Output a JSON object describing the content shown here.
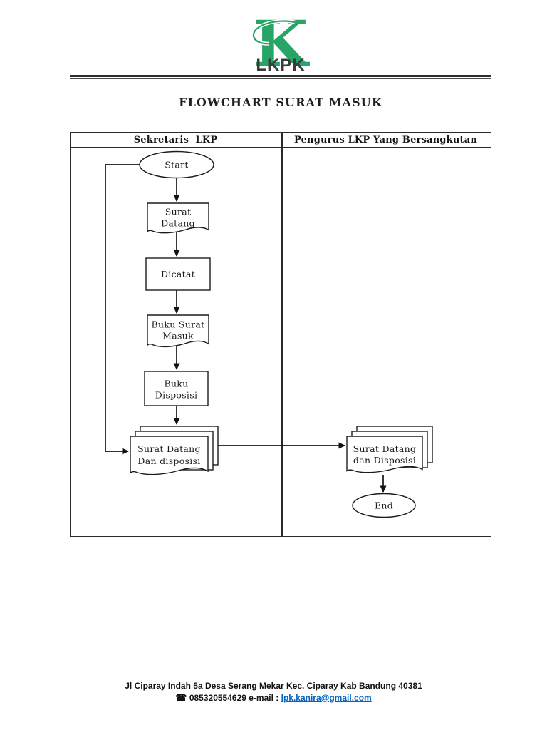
{
  "logo": {
    "letter": "K",
    "brand": "LKPK"
  },
  "title": "FLOWCHART SURAT MASUK",
  "table": {
    "left_header": "Sekretaris  LKP",
    "right_header": "Pengurus LKP Yang Bersangkutan"
  },
  "nodes": {
    "start": {
      "label": "Start"
    },
    "surat_datang": {
      "line1": "Surat",
      "line2": "Datang"
    },
    "dicatat": {
      "label": "Dicatat"
    },
    "buku_surat_masuk": {
      "line1": "Buku Surat",
      "line2": "Masuk"
    },
    "buku_disposisi": {
      "line1": "Buku",
      "line2": "Disposisi"
    },
    "stack_left": {
      "line1": "Surat Datang",
      "line2": "Dan disposisi"
    },
    "stack_right": {
      "line1": "Surat Datang",
      "line2": "dan Disposisi"
    },
    "end": {
      "label": "End"
    }
  },
  "footer": {
    "address": "Jl Ciparay Indah 5a Desa Serang Mekar Kec. Ciparay Kab Bandung 40381",
    "phone_icon": "☎",
    "phone": "085320554629",
    "email_label": "e-mail :",
    "email": "lpk.kanira@gmail.com"
  },
  "colors": {
    "logo_green": "#27a566",
    "brand_gray": "#3b3b3b",
    "link_blue": "#0563c1",
    "ink": "#1b1b1b"
  }
}
